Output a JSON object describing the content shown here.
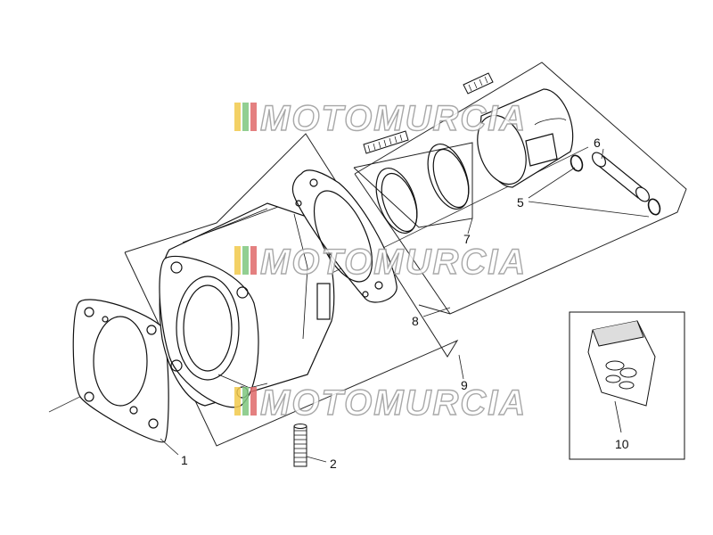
{
  "diagram": {
    "callouts": [
      {
        "id": "1",
        "label": "1"
      },
      {
        "id": "2",
        "label": "2"
      },
      {
        "id": "5",
        "label": "5"
      },
      {
        "id": "6",
        "label": "6"
      },
      {
        "id": "7",
        "label": "7"
      },
      {
        "id": "8",
        "label": "8"
      },
      {
        "id": "9",
        "label": "9"
      },
      {
        "id": "10",
        "label": "10"
      }
    ],
    "watermark": {
      "text": "MOTOMURCIA",
      "stripe_colors": [
        "#f2c94c",
        "#7fc77f",
        "#e06a6a"
      ]
    },
    "line_color": "#222222"
  }
}
